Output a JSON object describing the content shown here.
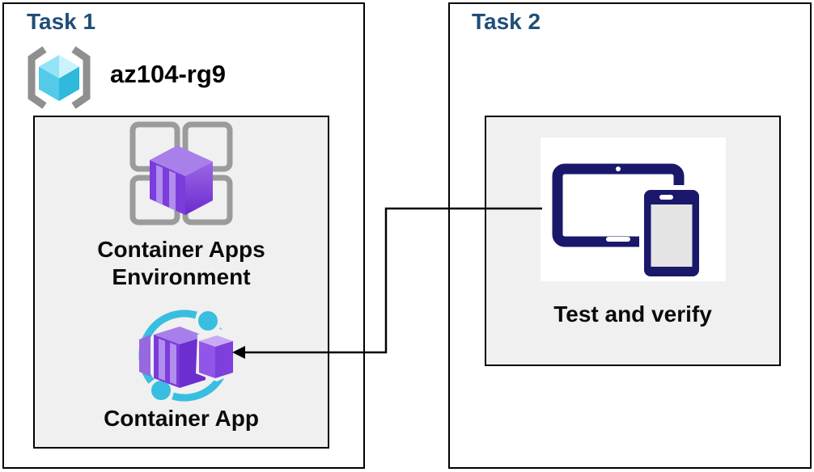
{
  "diagram": {
    "task1": {
      "title": "Task 1",
      "resource_group": {
        "name": "az104-rg9",
        "icon": "resource-group-icon"
      },
      "environment_node": {
        "label_line1": "Container Apps",
        "label_line2": "Environment",
        "icon": "container-apps-environment-icon"
      },
      "container_app_node": {
        "label": "Container App",
        "icon": "container-app-icon"
      }
    },
    "task2": {
      "title": "Task 2",
      "test_node": {
        "label": "Test and verify",
        "icon": "tablet-and-phone-icon"
      }
    },
    "connector": {
      "from": "test-and-verify-node",
      "to": "container-app-node",
      "shape": "elbow",
      "arrowhead": "points-left-at-container-app"
    },
    "colors": {
      "task_title": "#1F4E79",
      "box_border": "#000000",
      "inner_box_bg": "#F0F0F0",
      "bracket_gray": "#8F8F8F",
      "cube_cyan": "#52CAE8",
      "apps_purple": "#7C3BDB",
      "ring_cyan": "#38BEE0",
      "device_navy": "#1A186B",
      "connector_black": "#000000"
    }
  }
}
